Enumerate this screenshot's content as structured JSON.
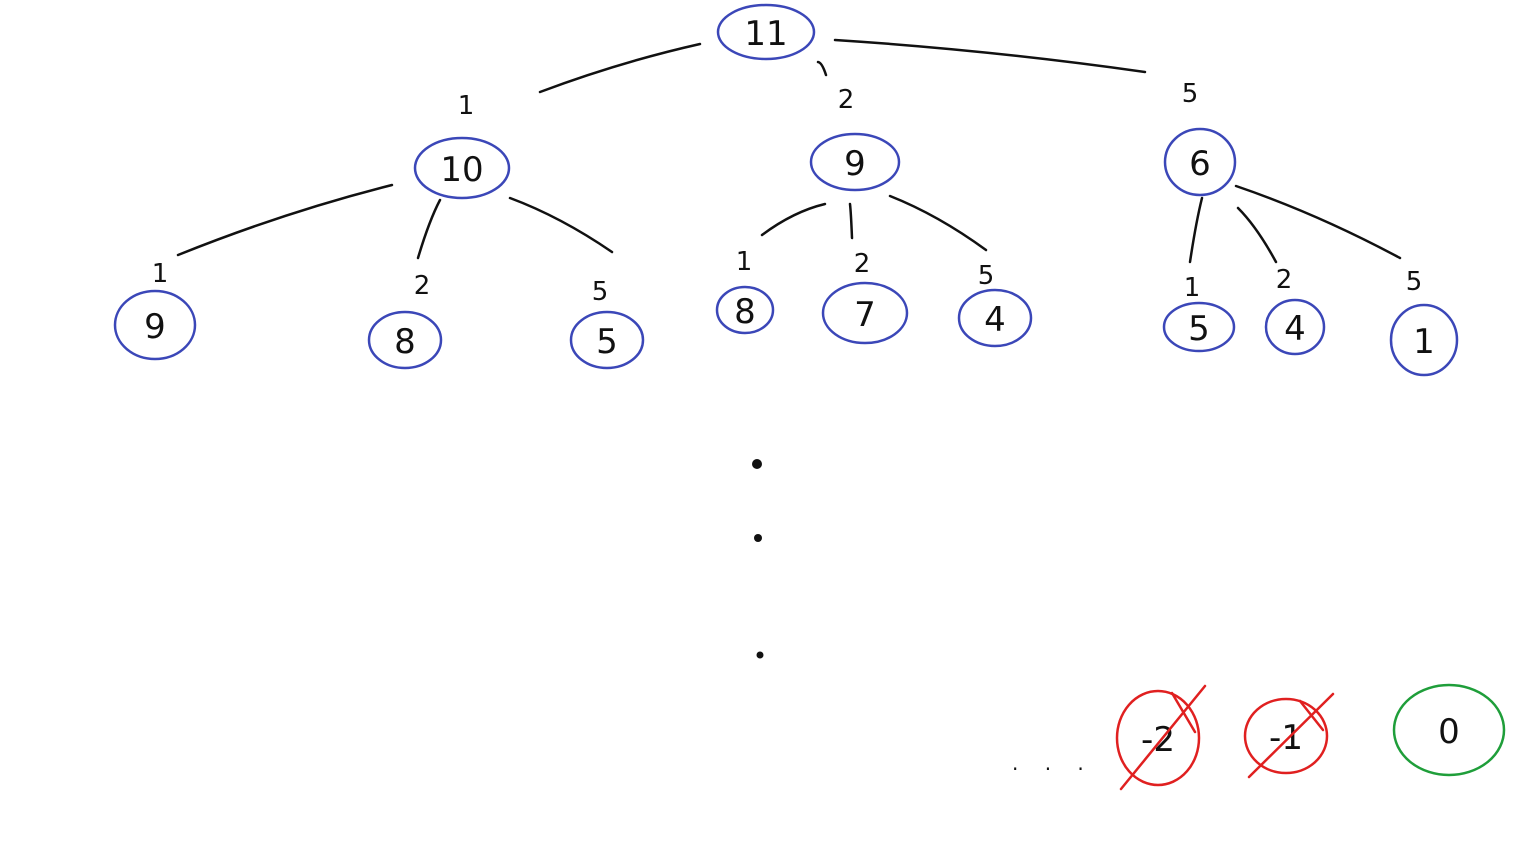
{
  "colors": {
    "node_outline": "#3b47b8",
    "rejected_outline": "#e02020",
    "accepted_outline": "#1f9e3a",
    "ink": "#111111"
  },
  "tree": {
    "root": {
      "value": "11"
    },
    "level1": [
      {
        "edge_label": "1",
        "value": "10"
      },
      {
        "edge_label": "2",
        "value": "9"
      },
      {
        "edge_label": "5",
        "value": "6"
      }
    ],
    "level2": [
      {
        "parent": 0,
        "edge_label": "1",
        "value": "9"
      },
      {
        "parent": 0,
        "edge_label": "2",
        "value": "8"
      },
      {
        "parent": 0,
        "edge_label": "5",
        "value": "5"
      },
      {
        "parent": 1,
        "edge_label": "1",
        "value": "8"
      },
      {
        "parent": 1,
        "edge_label": "2",
        "value": "7"
      },
      {
        "parent": 1,
        "edge_label": "5",
        "value": "4"
      },
      {
        "parent": 2,
        "edge_label": "1",
        "value": "5"
      },
      {
        "parent": 2,
        "edge_label": "2",
        "value": "4"
      },
      {
        "parent": 2,
        "edge_label": "5",
        "value": "1"
      }
    ]
  },
  "leaf_row": {
    "ellipsis": ". . .",
    "items": [
      {
        "value": "-2",
        "status": "rejected"
      },
      {
        "value": "-1",
        "status": "rejected"
      },
      {
        "value": "0",
        "status": "accepted"
      }
    ]
  }
}
